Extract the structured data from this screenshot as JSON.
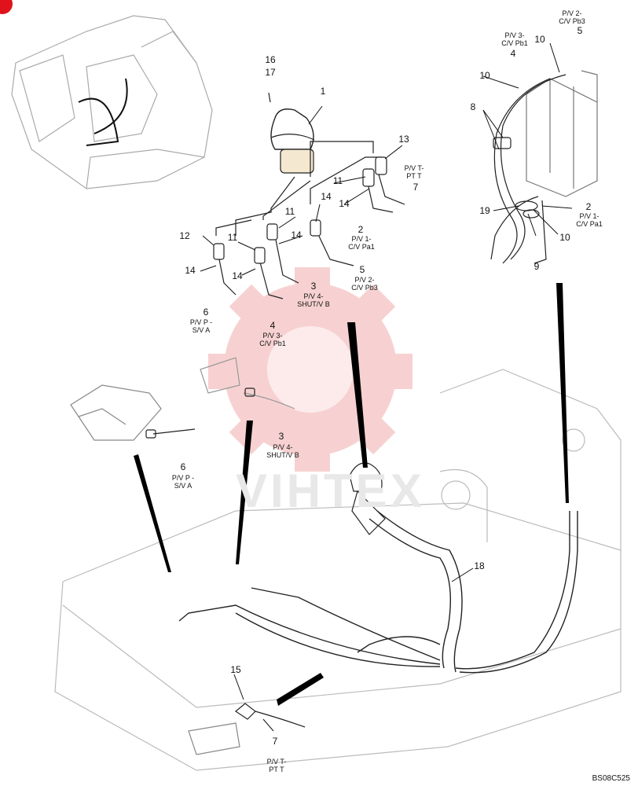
{
  "diagram": {
    "watermark": "VIHTEX",
    "drawing_code": "BS08C525",
    "labels": {
      "n1": "1",
      "n2": "2",
      "n3": "3",
      "n4": "4",
      "n5": "5",
      "n6": "6",
      "n7": "7",
      "n8": "8",
      "n9": "9",
      "n10": "10",
      "n11": "11",
      "n12": "12",
      "n13": "13",
      "n14": "14",
      "n15": "15",
      "n16": "16",
      "n17": "17",
      "n18": "18",
      "n19": "19"
    },
    "ports": {
      "pt": "P/V T-\nPT T",
      "pa1": "P/V 1-\nC/V Pa1",
      "pb3": "P/V 2-\nC/V Pb3",
      "shut": "P/V 4-\nSHUT/V B",
      "pb1": "P/V 3-\nC/V Pb1",
      "sva": "P/V P -\nS/V A"
    }
  }
}
